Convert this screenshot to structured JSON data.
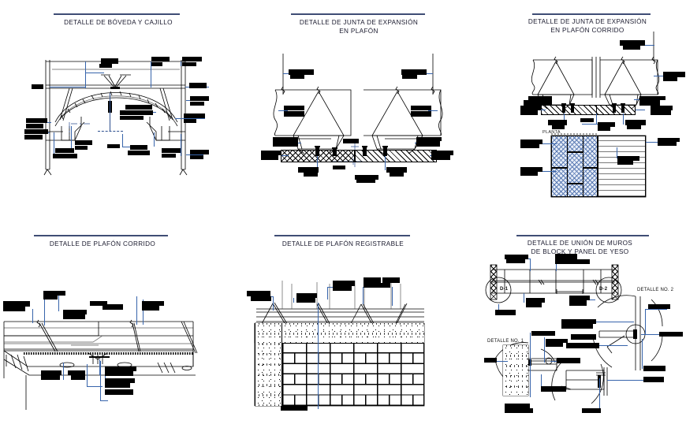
{
  "sheet": {
    "kind": "architectural-detail-sheet",
    "background": "#ffffff",
    "title_color": "#1a1a2e",
    "rule_color": "#3f4d75",
    "leader_color": "#3764ab",
    "linework_color": "#000000"
  },
  "panels": [
    {
      "id": "boveda-cajillo",
      "title": "DETALLE DE BÓVEDA Y CAJILLO",
      "title_lines": [
        "DETALLE DE BÓVEDA Y CAJILLO"
      ],
      "note": "Sección de bóveda con arco, columnas laterales y cajillo; llamadas con texto oculto"
    },
    {
      "id": "junta-expansion-plafon",
      "title": "DETALLE DE JUNTA DE EXPANSIÓN EN PLAFÓN",
      "title_lines": [
        "DETALLE DE JUNTA DE EXPANSIÓN",
        "EN PLAFÓN"
      ],
      "note": "Dos vigas con colgantes triangulares sobre losa con junta de expansión"
    },
    {
      "id": "junta-expansion-plafon-corrido",
      "title": "DETALLE DE JUNTA DE EXPANSIÓN EN PLAFÓN CORRIDO",
      "title_lines": [
        "DETALLE DE JUNTA DE EXPANSIÓN",
        "EN PLAFÓN CORRIDO"
      ],
      "sub_label": "PLANTA",
      "note": "Corte y planta de junta con despiece de block y panel"
    },
    {
      "id": "plafon-corrido",
      "title": "DETALLE DE PLAFÓN CORRIDO",
      "title_lines": [
        "DETALLE DE PLAFÓN CORRIDO"
      ],
      "note": "Vista isométrica de plafón corrido con estructura de canales y colgantes"
    },
    {
      "id": "plafon-registrable",
      "title": "DETALLE DE PLAFÓN REGISTRABLE",
      "title_lines": [
        "DETALLE DE PLAFÓN REGISTRABLE"
      ],
      "note": "Plafón registrable sobre muro de block con firme de concreto"
    },
    {
      "id": "union-muros-block-panel-yeso",
      "title": "DETALLE DE UNIÓN DE MUROS DE BLOCK Y PANEL DE YESO",
      "title_lines": [
        "DETALLE DE UNIÓN DE MUROS",
        "DE BLOCK Y PANEL DE YESO"
      ],
      "callouts": [
        "D-1",
        "D-2",
        "DETALLE NO. 1",
        "DETALLE NO. 2"
      ],
      "note": "Planta de muro con detalles ampliados D-1 y D-2"
    }
  ],
  "annotations": {
    "redacted_note": "Las anotaciones de texto aparecen enmascaradas en negro",
    "planta_label": "PLANTA",
    "d1": "D-1",
    "d2": "D-2",
    "detalle_1": "DETALLE NO. 1",
    "detalle_2": "DETALLE NO. 2"
  }
}
